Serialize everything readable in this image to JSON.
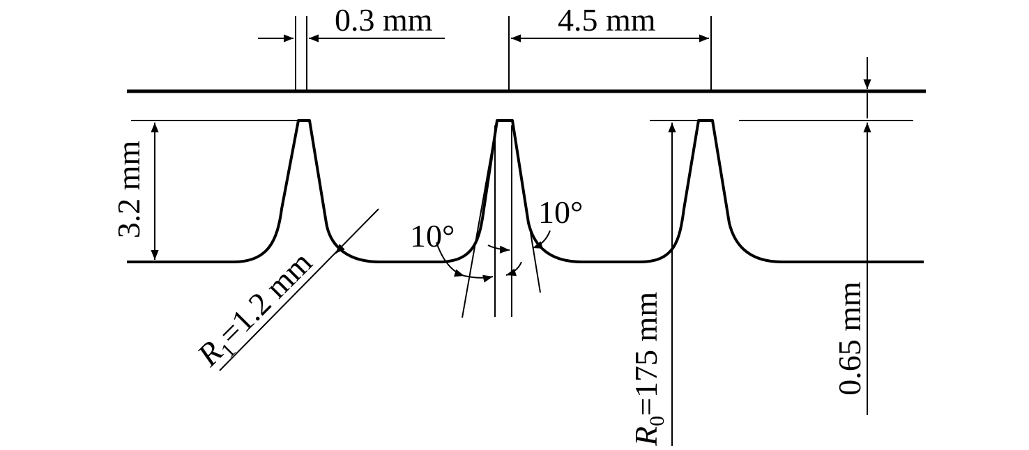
{
  "dimensions": {
    "gap": "0.3 mm",
    "pitch": "4.5 mm",
    "height": "3.2 mm",
    "clearance": "0.65 mm",
    "fillet_radius": {
      "symbol": "R",
      "subscript": "1",
      "value": "=1.2 mm"
    },
    "roll_radius": {
      "symbol": "R",
      "subscript": "0",
      "value": "=175 mm"
    },
    "angle_left": "10°",
    "angle_right": "10°"
  }
}
